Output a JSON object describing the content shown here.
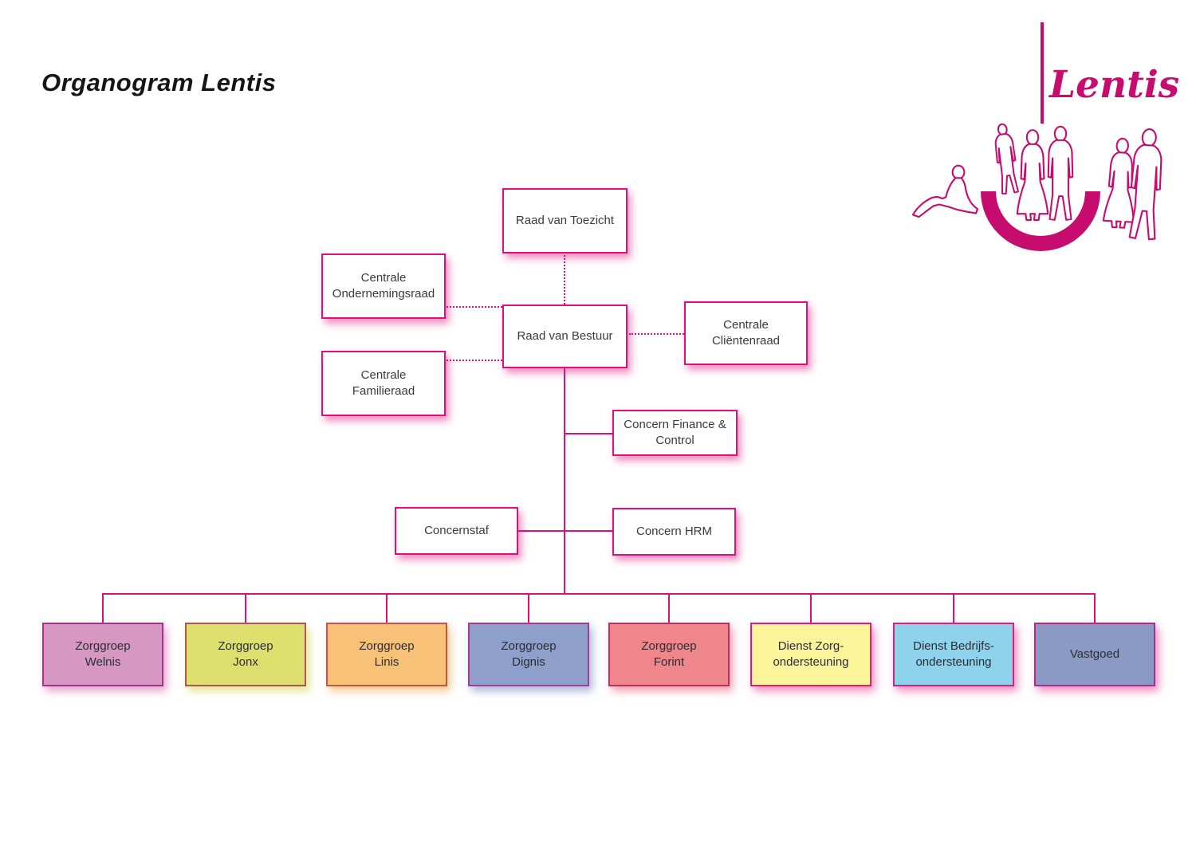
{
  "page": {
    "title": "Organogram Lentis"
  },
  "logo": {
    "wordmark": "Lentis",
    "brand_color": "#c60c6f",
    "icons": [
      "vertical-bar",
      "people-silhouettes",
      "half-circle-arc"
    ]
  },
  "colors": {
    "connector": "#d8117b",
    "white_box_border": "#e00f7c",
    "white_box_glow": "rgba(226,23,130,0.5)"
  },
  "nodes": {
    "raad_van_toezicht": "Raad van Toezicht",
    "centrale_ondernemingsraad": "Centrale\nOndernemingsraad",
    "raad_van_bestuur": "Raad van Bestuur",
    "centrale_clientenraad": "Centrale\nCliëntenraad",
    "centrale_familieraad": "Centrale\nFamilieraad",
    "concern_finance_control": "Concern Finance &\nControl",
    "concernstaf": "Concernstaf",
    "concern_hrm": "Concern HRM"
  },
  "bottom_nodes": [
    {
      "label": "Zorggroep\nWelnis",
      "fill": "#d697c3",
      "border": "#ad2e8c",
      "glow": "rgba(207,105,175,0.6)"
    },
    {
      "label": "Zorggroep\nJonx",
      "fill": "#dde06e",
      "border": "#b94f57",
      "glow": "rgba(212,216,80,0.65)"
    },
    {
      "label": "Zorggroep\nLinis",
      "fill": "#f7c277",
      "border": "#cc5247",
      "glow": "rgba(243,170,85,0.65)"
    },
    {
      "label": "Zorggroep\nDignis",
      "fill": "#8d9fca",
      "border": "#a63c92",
      "glow": "rgba(110,135,190,0.6)"
    },
    {
      "label": "Zorggroep\nForint",
      "fill": "#ee868b",
      "border": "#c02d62",
      "glow": "rgba(235,95,125,0.6)"
    },
    {
      "label": "Dienst Zorg-\nondersteuning",
      "fill": "#fbf49b",
      "border": "#e01d7d",
      "glow": "rgba(228,28,135,0.5)"
    },
    {
      "label": "Dienst Bedrijfs-\nondersteuning",
      "fill": "#8ed2ec",
      "border": "#d91f7f",
      "glow": "rgba(228,28,135,0.5)"
    },
    {
      "label": "Vastgoed",
      "fill": "#8b9ac5",
      "border": "#b02a86",
      "glow": "rgba(228,28,135,0.5)"
    }
  ]
}
